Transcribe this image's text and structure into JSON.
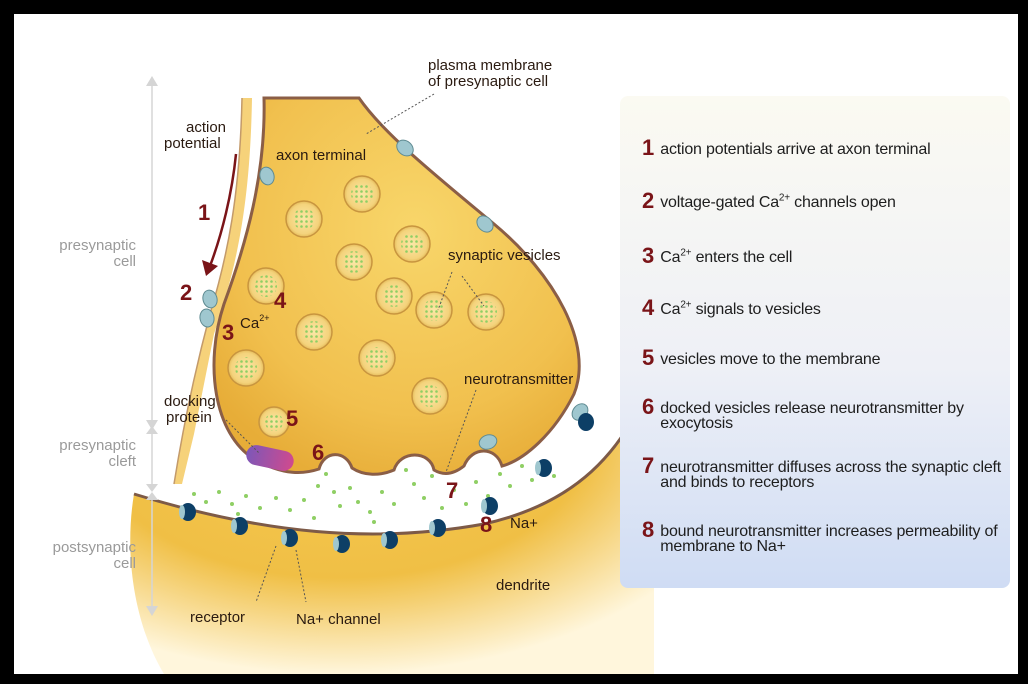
{
  "colors": {
    "cell_fill": "#f3c454",
    "membrane": "#8b5e46",
    "step_number": "#7a1418",
    "vesicle_dot": "#8fcf64",
    "channel": "#9fc7cf",
    "receptor": "#0d3f66",
    "docking_protein": "#b24f9c"
  },
  "labels": {
    "plasma_membrane": [
      "plasma membrane",
      "of presynaptic cell"
    ],
    "action_potential": [
      "action",
      "potential"
    ],
    "axon_terminal": "axon terminal",
    "presynaptic_cell": [
      "presynaptic",
      "cell"
    ],
    "synaptic_vesicles": "synaptic vesicles",
    "calcium": "Ca",
    "calcium_charge": "2+",
    "docking_protein": [
      "docking",
      "protein"
    ],
    "neurotransmitter": "neurotransmitter",
    "presynaptic_cleft": [
      "presynaptic",
      "cleft"
    ],
    "postsynaptic_cell": [
      "postsynaptic",
      "cell"
    ],
    "sodium": "Na+",
    "dendrite": "dendrite",
    "receptor": "receptor",
    "na_channel": "Na+ channel"
  },
  "diagram_numbers": [
    "1",
    "2",
    "3",
    "4",
    "5",
    "6",
    "7",
    "8"
  ],
  "legend": [
    {
      "num": "1",
      "text": "action potentials arrive at axon terminal"
    },
    {
      "num": "2",
      "pre": "voltage-gated Ca",
      "sup": "2+",
      "post": " channels open"
    },
    {
      "num": "3",
      "pre": "Ca",
      "sup": "2+",
      "post": " enters the cell"
    },
    {
      "num": "4",
      "pre": "Ca",
      "sup": "2+",
      "post": " signals to vesicles"
    },
    {
      "num": "5",
      "text": "vesicles move to the membrane"
    },
    {
      "num": "6",
      "text": "docked vesicles release neurotransmitter by exocytosis"
    },
    {
      "num": "7",
      "text": "neurotransmitter diffuses across the synaptic cleft and binds to receptors"
    },
    {
      "num": "8",
      "text": "bound neurotransmitter increases permeability of membrane to Na+"
    }
  ]
}
